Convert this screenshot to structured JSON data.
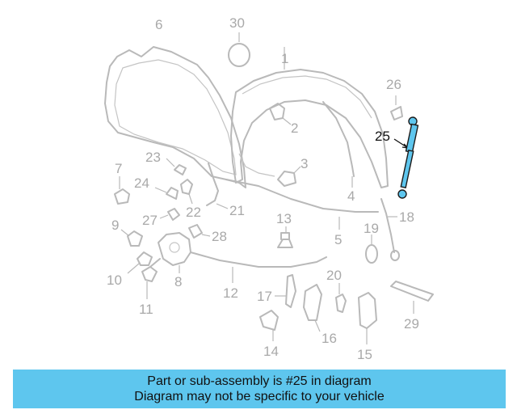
{
  "diagram": {
    "highlighted_callout": "25",
    "callouts": [
      {
        "id": "1",
        "label": "1"
      },
      {
        "id": "2",
        "label": "2"
      },
      {
        "id": "3",
        "label": "3"
      },
      {
        "id": "4",
        "label": "4"
      },
      {
        "id": "5",
        "label": "5"
      },
      {
        "id": "6",
        "label": "6"
      },
      {
        "id": "7",
        "label": "7"
      },
      {
        "id": "8",
        "label": "8"
      },
      {
        "id": "9",
        "label": "9"
      },
      {
        "id": "10",
        "label": "10"
      },
      {
        "id": "11",
        "label": "11"
      },
      {
        "id": "12",
        "label": "12"
      },
      {
        "id": "13",
        "label": "13"
      },
      {
        "id": "14",
        "label": "14"
      },
      {
        "id": "15",
        "label": "15"
      },
      {
        "id": "16",
        "label": "16"
      },
      {
        "id": "17",
        "label": "17"
      },
      {
        "id": "18",
        "label": "18"
      },
      {
        "id": "19",
        "label": "19"
      },
      {
        "id": "20",
        "label": "20"
      },
      {
        "id": "21",
        "label": "21"
      },
      {
        "id": "22",
        "label": "22"
      },
      {
        "id": "23",
        "label": "23"
      },
      {
        "id": "24",
        "label": "24"
      },
      {
        "id": "25",
        "label": "25"
      },
      {
        "id": "26",
        "label": "26"
      },
      {
        "id": "27",
        "label": "27"
      },
      {
        "id": "28",
        "label": "28"
      },
      {
        "id": "29",
        "label": "29"
      },
      {
        "id": "30",
        "label": "30"
      }
    ]
  },
  "banner": {
    "line1": "Part or sub-assembly is #25 in diagram",
    "line2": "Diagram may not be specific to your vehicle"
  },
  "colors": {
    "highlight": "#5ec6ee",
    "line_art": "#b9b9b9",
    "label_gray": "#a9a9a9",
    "label_active": "#111111"
  }
}
